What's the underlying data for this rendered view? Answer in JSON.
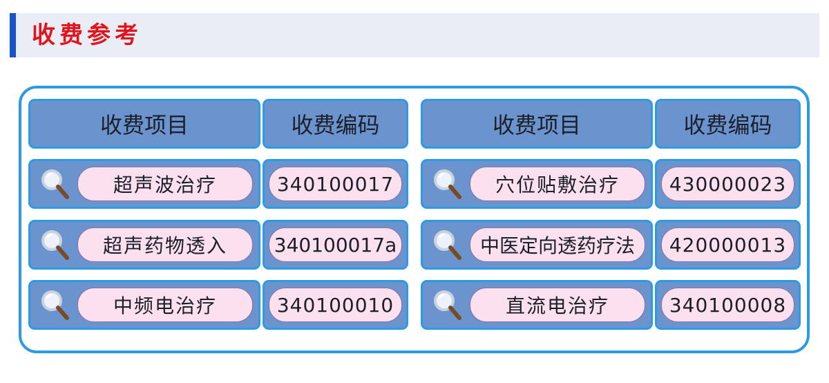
{
  "header": {
    "title": "收费参考"
  },
  "table": {
    "headers": {
      "item": "收费项目",
      "code": "收费编码"
    },
    "left": [
      {
        "item": "超声波治疗",
        "code": "340100017"
      },
      {
        "item": "超声药物透入",
        "code": "340100017a"
      },
      {
        "item": "中频电治疗",
        "code": "340100010"
      }
    ],
    "right": [
      {
        "item": "穴位贴敷治疗",
        "code": "430000023"
      },
      {
        "item": "中医定向透药疗法",
        "code": "420000013"
      },
      {
        "item": "直流电治疗",
        "code": "340100008"
      }
    ]
  },
  "icons": {
    "row_icon": "magnifier-icon"
  },
  "colors": {
    "title": "#e1141c",
    "accent_bar": "#1a53c8",
    "frame_border": "#2b9ce3",
    "cell_fill": "#6b94cf",
    "pill_fill": "#fbe0ee"
  }
}
